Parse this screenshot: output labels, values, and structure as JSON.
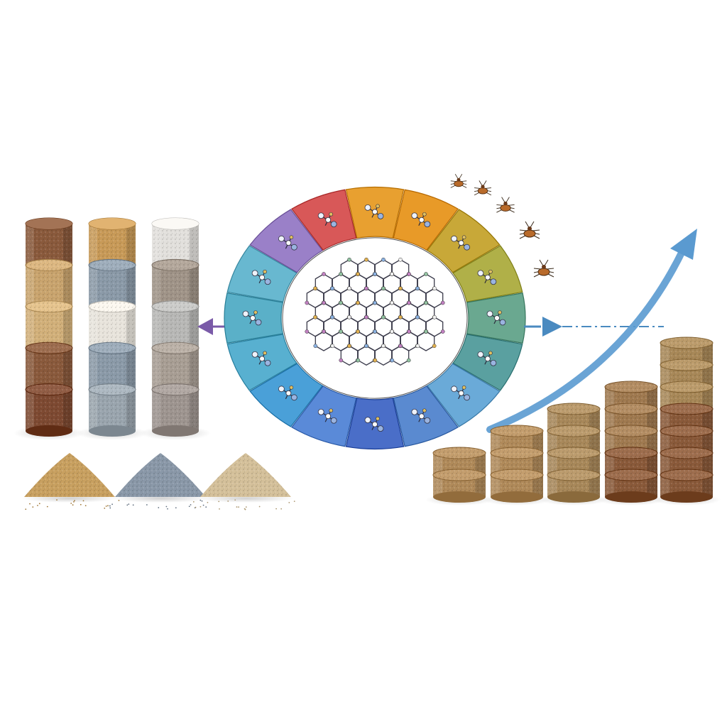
{
  "scene": {
    "left_columns": [
      {
        "name": "soil-column-brown",
        "layers": [
          "#8a5a3c",
          "#c9a46e",
          "#d2b07a",
          "#8a5a3c",
          "#7e4a32"
        ]
      },
      {
        "name": "soil-column-layered",
        "layers": [
          "#c89a58",
          "#8b9aa8",
          "#e8e4dc",
          "#8b9aa8",
          "#9aa5ae"
        ]
      },
      {
        "name": "soil-column-pale",
        "layers": [
          "#e2e0dc",
          "#a09488",
          "#b8b8b6",
          "#a89e94",
          "#9e9590"
        ]
      }
    ],
    "sand_piles": [
      {
        "name": "sand-pile-tan",
        "color": "#c8a060"
      },
      {
        "name": "sand-pile-gray",
        "color": "#8a98a8"
      },
      {
        "name": "sand-pile-beige",
        "color": "#d4c09a"
      }
    ],
    "ring_segment_colors": [
      "#e8a030",
      "#e89a28",
      "#c8a838",
      "#b0b048",
      "#6aa890",
      "#5aa0a0",
      "#6aaad8",
      "#5a8ad0",
      "#4a6ec8",
      "#5a8ad8",
      "#4aa0d8",
      "#58b0d0",
      "#5ab0c8",
      "#68b8d0",
      "#9a80c8",
      "#d85858"
    ],
    "arrow_left_color": "#7a5aa8",
    "arrow_right_color": "#4a8ac0",
    "trend_arrow_color": "#5a9ad0",
    "right_stacks": [
      {
        "name": "stack-1",
        "tiers": 2,
        "color": "#b08a5a"
      },
      {
        "name": "stack-2",
        "tiers": 3,
        "color": "#b08a5a"
      },
      {
        "name": "stack-3",
        "tiers": 4,
        "color": "#a8885a"
      },
      {
        "name": "stack-4",
        "tiers": 5,
        "color": "#a07a50"
      },
      {
        "name": "stack-5",
        "tiers": 7,
        "color": "#8a5a3a"
      }
    ],
    "bugs_count": 5,
    "icons": [
      "molecule-network-icon",
      "insect-icon",
      "trend-arrow-icon"
    ]
  }
}
